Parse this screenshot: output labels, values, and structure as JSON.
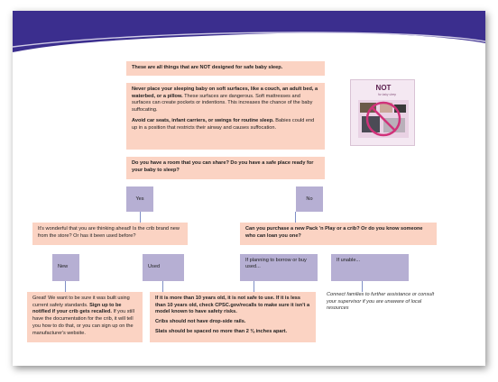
{
  "title_box": {
    "text": "These are all things that are NOT designed for safe baby sleep."
  },
  "info_box": {
    "p1_bold": "Never place your sleeping baby on soft surfaces, like a couch, an adult bed, a waterbed, or a pillow.",
    "p1_rest": " These surfaces are dangerous. Soft mattresses and surfaces can create pockets or indentions. This increases the chance of the baby suffocating.",
    "p2_bold": "Avoid car seats, infant carriers, or swings for routine sleep.",
    "p2_rest": " Babies could end up in a position that restricts their airway and causes suffocation."
  },
  "question_box": {
    "text": "Do you have a room that you can share? Do you have a safe place ready for your baby to sleep?"
  },
  "thumbnail": {
    "heading": "NOT",
    "subheading": "for baby sleep"
  },
  "yes_label": "Yes",
  "no_label": "No",
  "ahead_box": {
    "text": "It's wonderful that you are thinking ahead! Is the crib brand new from the store? Or has it been used before?"
  },
  "purchase_box": {
    "text": "Can you purchase a new Pack 'n Play or a crib? Or do you know someone who can loan you one?"
  },
  "new_label": "New",
  "used_label": "Used",
  "borrow_label": "If planning to borrow or buy used...",
  "unable_label": "If unable...",
  "new_box": {
    "part1": "Great! We want to be sure it was built using current safety standards. ",
    "bold": "Sign up to be notified if your crib gets recalled.",
    "part2": " If you still have the documentation for the crib, it will tell you how to do that, or you can sign up on the manufacturer's website."
  },
  "used_box": {
    "p1": "If it is more than 10 years old, it is not safe to use. If it is less than 10 years old, check CPSC.gov/recalls to make sure it isn't a model known to have safety risks.",
    "p2": "Cribs should not have drop-side rails.",
    "p3": "Slats should be spaced no more than 2 ⅜ inches apart."
  },
  "connect_text": "Connect families to further assistance or consult your supervisor if you are unaware of local resources",
  "colors": {
    "banner": "#3b2e8e",
    "peach": "#fbd3c3",
    "lavender": "#b6afd3",
    "connector": "#7f8fc6"
  }
}
